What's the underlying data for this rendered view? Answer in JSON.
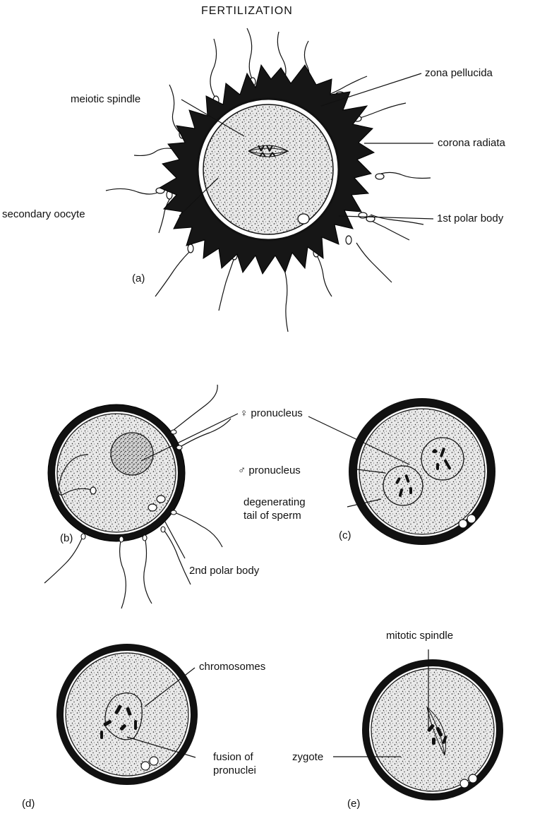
{
  "title": "FERTILIZATION",
  "panels": {
    "a": {
      "tag": "(a)",
      "labels": {
        "zona_pellucida": "zona pellucida",
        "meiotic_spindle": "meiotic spindle",
        "corona_radiata": "corona radiata",
        "secondary_oocyte": "secondary oocyte",
        "first_polar_body": "1st polar body"
      }
    },
    "b": {
      "tag": "(b)",
      "labels": {
        "second_polar_body": "2nd polar body"
      }
    },
    "c": {
      "tag": "(c)",
      "labels": {
        "female_pronucleus": "♀ pronucleus",
        "male_pronucleus": "♂ pronucleus",
        "degenerating_tail_1": "degenerating",
        "degenerating_tail_2": "tail of sperm"
      }
    },
    "d": {
      "tag": "(d)",
      "labels": {
        "chromosomes": "chromosomes",
        "fusion_1": "fusion of",
        "fusion_2": "pronuclei"
      }
    },
    "e": {
      "tag": "(e)",
      "labels": {
        "mitotic_spindle": "mitotic spindle",
        "zygote": "zygote"
      }
    }
  }
}
